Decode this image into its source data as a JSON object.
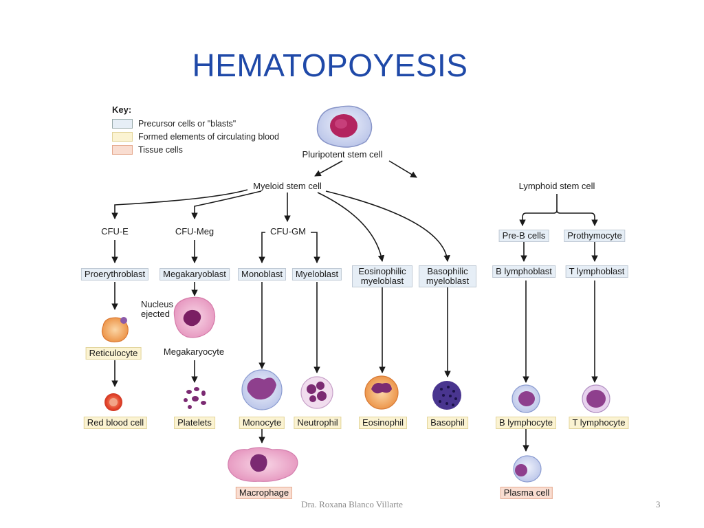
{
  "title": "HEMATOPOYESIS",
  "key": {
    "heading": "Key:",
    "items": [
      {
        "label": "Precursor cells or \"blasts\"",
        "color": "#e6eef6"
      },
      {
        "label": "Formed elements of circulating blood",
        "color": "#fbf3d2"
      },
      {
        "label": "Tissue cells",
        "color": "#f9ddd1"
      }
    ]
  },
  "nodes": {
    "pluripotent": "Pluripotent stem cell",
    "myeloid": "Myeloid stem cell",
    "lymphoid": "Lymphoid stem cell",
    "cfu_e": "CFU-E",
    "cfu_meg": "CFU-Meg",
    "cfu_gm": "CFU-GM",
    "pre_b": "Pre-B cells",
    "prothymocyte": "Prothymocyte",
    "proerythroblast": "Proerythroblast",
    "megakaryoblast": "Megakaryoblast",
    "monoblast": "Monoblast",
    "myeloblast": "Myeloblast",
    "eosinophilic_myeloblast": "Eosinophilic myeloblast",
    "basophilic_myeloblast": "Basophilic myeloblast",
    "b_lymphoblast": "B lymphoblast",
    "t_lymphoblast": "T lymphoblast",
    "nucleus_ejected": "Nucleus ejected",
    "reticulocyte": "Reticulocyte",
    "megakaryocyte": "Megakaryocyte",
    "red_blood_cell": "Red blood cell",
    "platelets": "Platelets",
    "monocyte": "Monocyte",
    "neutrophil": "Neutrophil",
    "eosinophil": "Eosinophil",
    "basophil": "Basophil",
    "b_lymphocyte": "B lymphocyte",
    "t_lymphocyte": "T lymphocyte",
    "macrophage": "Macrophage",
    "plasma_cell": "Plasma cell"
  },
  "footer": {
    "author": "Dra. Roxana Blanco Villarte",
    "page": "3"
  }
}
